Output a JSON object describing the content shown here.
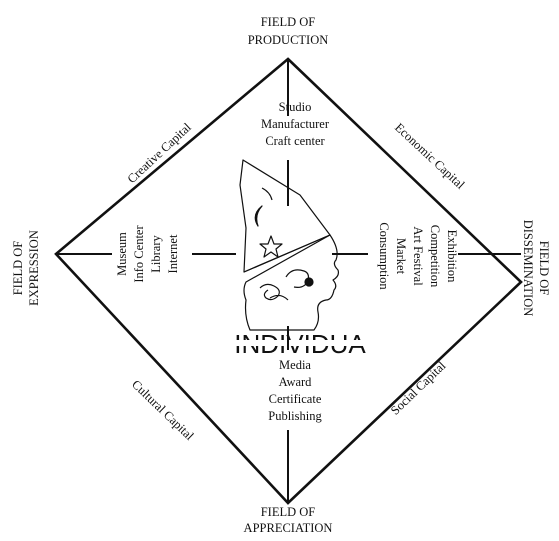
{
  "fields": {
    "top": [
      "FIELD OF",
      "PRODUCTION"
    ],
    "bottom": [
      "FIELD OF",
      "APPRECIATION"
    ],
    "left": [
      "FIELD OF",
      "EXPRESSION"
    ],
    "right": [
      "FIELD OF",
      "DISSEMINATION"
    ]
  },
  "capitals": {
    "creative": "Creative Capital",
    "economic": "Economic Capital",
    "cultural": "Cultural Capital",
    "social": "Social Capital"
  },
  "top_list": [
    "Studio",
    "Manufacturer",
    "Craft center"
  ],
  "left_list": [
    "Museum",
    "Info Center",
    "Library",
    "Internet"
  ],
  "right_list": [
    "Exhibition",
    "Competition",
    "Art Festival",
    "Market",
    "Consumption"
  ],
  "bottom_list": [
    "Media",
    "Award",
    "Certificate",
    "Publishing"
  ],
  "center_label": "INDIVIDUA",
  "colors": {
    "line": "#111111",
    "background": "#ffffff"
  }
}
